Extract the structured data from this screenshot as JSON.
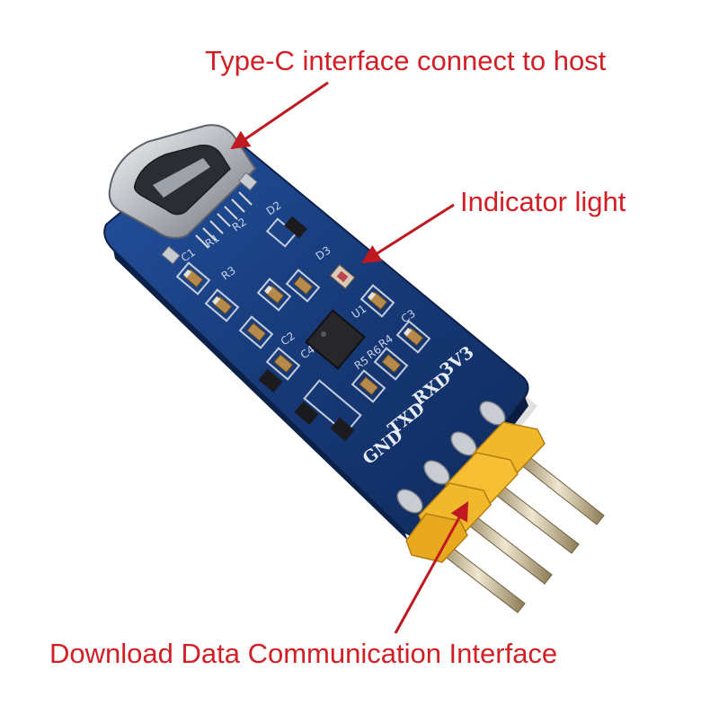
{
  "callouts": {
    "type_c": "Type-C interface connect to host",
    "indicator": "Indicator light",
    "pins": "Download Data Communication Interface"
  },
  "silkscreen": {
    "pin_3v3": "3V3",
    "pin_rxd": "RXD",
    "pin_txd": "TXD",
    "pin_gnd": "GND",
    "ref_c1": "C1",
    "ref_r1": "R1",
    "ref_r2": "R2",
    "ref_d2": "D2",
    "ref_d3": "D3",
    "ref_u1": "U1",
    "ref_c2": "C2",
    "ref_c3": "C3",
    "ref_c4": "C4",
    "ref_r3": "R3",
    "ref_r4": "R4",
    "ref_r5": "R5",
    "ref_r6": "R6"
  },
  "colors": {
    "annotation": "#d21f26",
    "pcb": "#173a78",
    "pin_header": "#f2b82c",
    "connector": "#b9bcc2"
  }
}
